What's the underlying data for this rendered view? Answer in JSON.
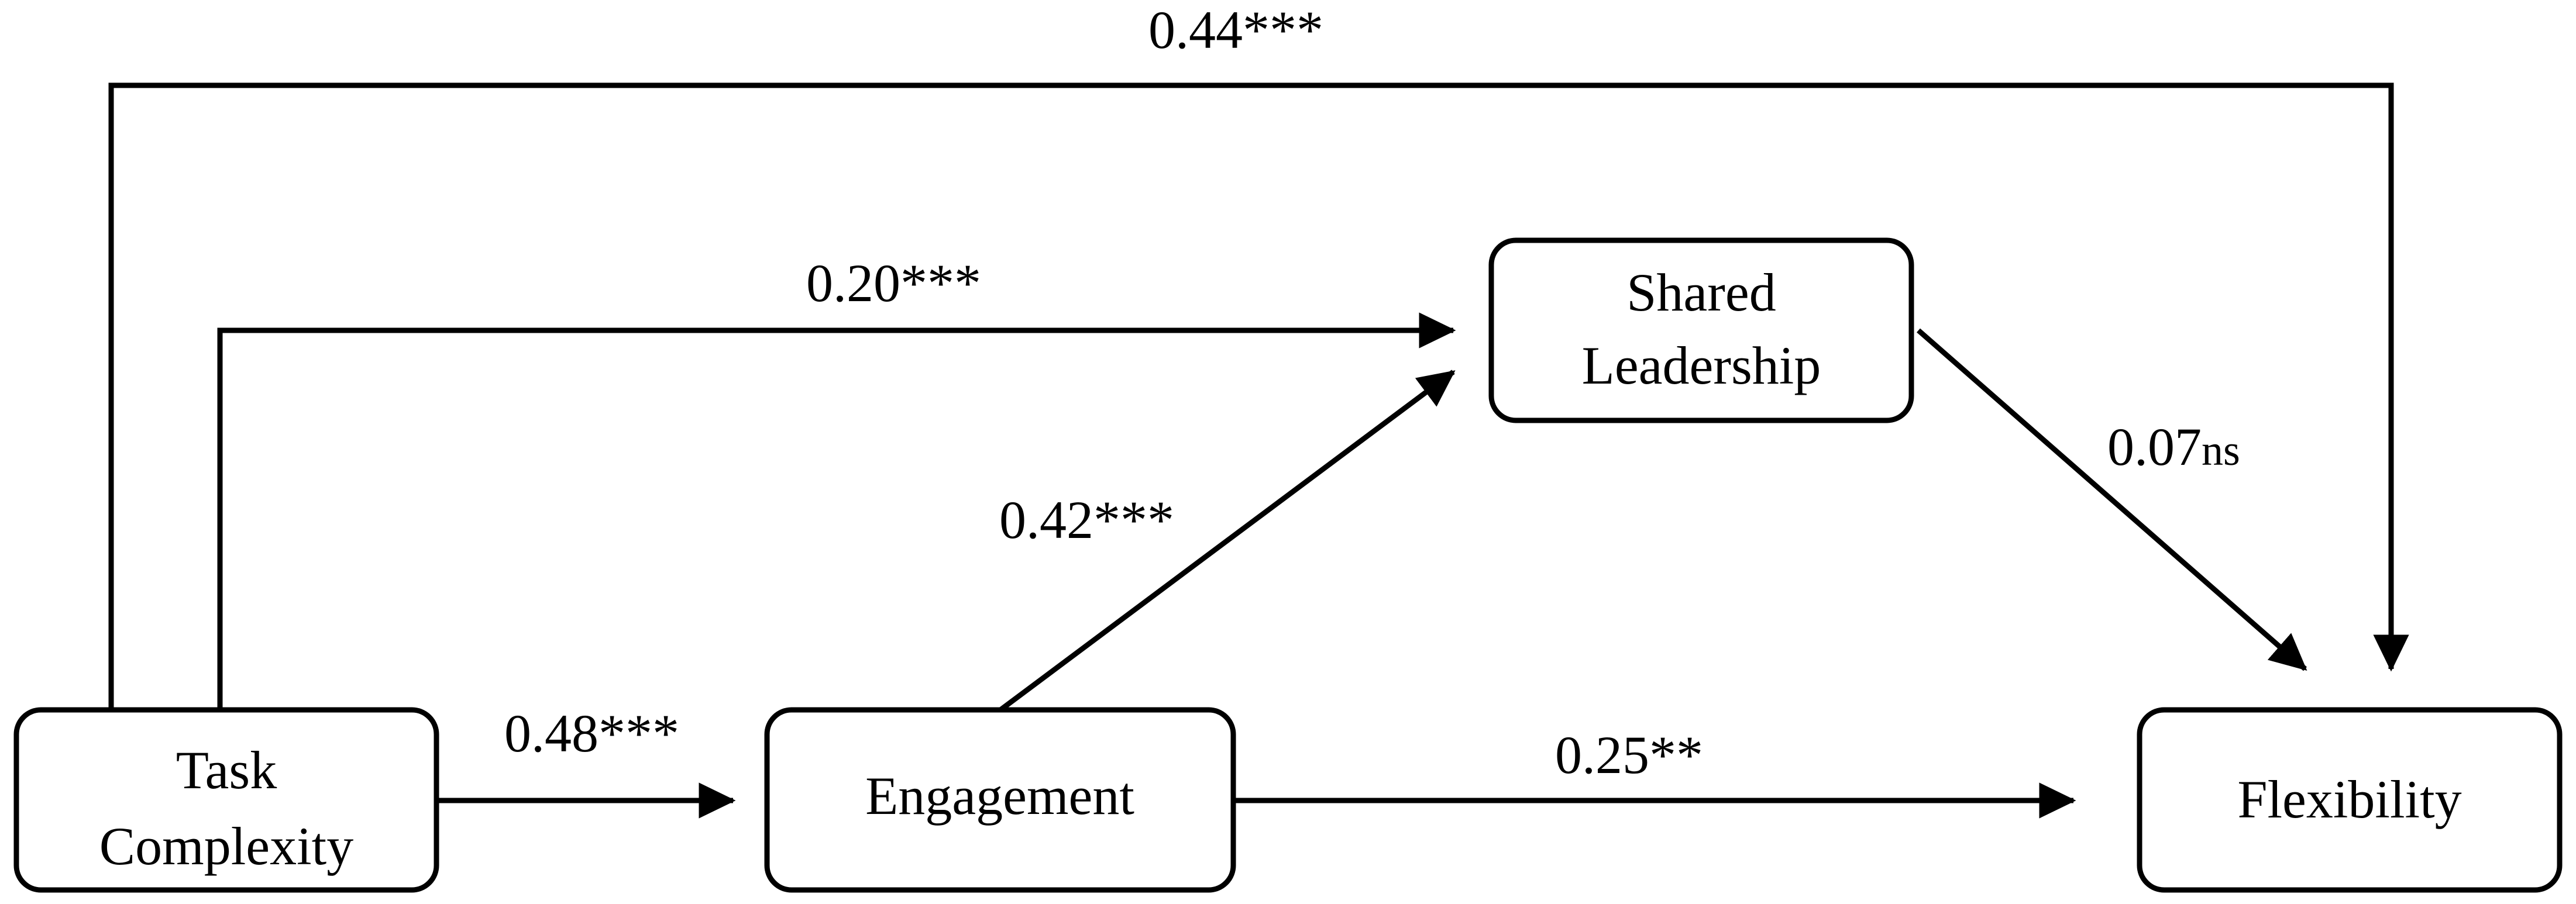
{
  "nodes": {
    "task_complexity": [
      "Task",
      "Complexity"
    ],
    "engagement": [
      "Engagement"
    ],
    "shared_leadership": [
      "Shared",
      "Leadership"
    ],
    "flexibility": [
      "Flexibility"
    ]
  },
  "paths": {
    "task_to_flexibility": "0.44***",
    "task_to_shared": "0.20***",
    "task_to_engagement": "0.48***",
    "engagement_to_shared": "0.42***",
    "engagement_to_flexibility": "0.25**",
    "shared_to_flexibility": {
      "value": "0.07",
      "significance": "ns"
    }
  },
  "colors": {
    "stroke": "#000000",
    "background": "#ffffff"
  }
}
